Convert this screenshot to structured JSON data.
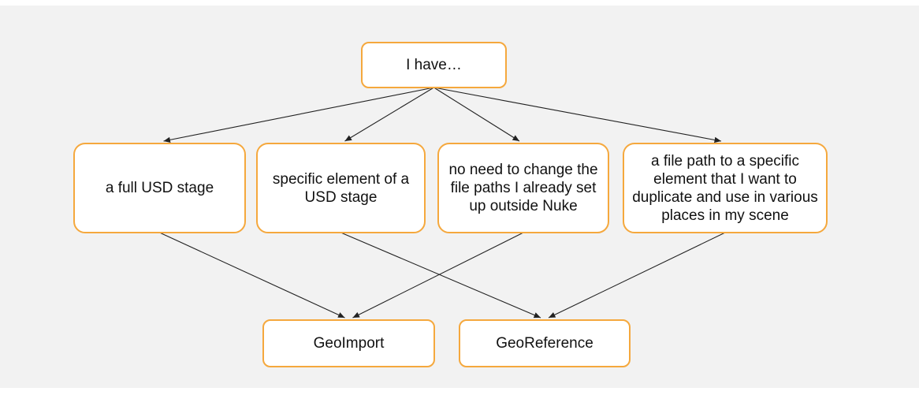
{
  "diagram": {
    "colors": {
      "background": "#f2f2f2",
      "node_fill": "#ffffff",
      "node_border": "#f5a83d",
      "connector": "#222222",
      "text": "#111111"
    },
    "nodes": [
      {
        "id": "i-have",
        "label": "I have…"
      },
      {
        "id": "full-usd-stage",
        "label": "a full USD stage"
      },
      {
        "id": "specific-element",
        "label": "specific element of a\nUSD stage"
      },
      {
        "id": "no-path-change",
        "label": "no need to change the\nfile paths I already set\nup outside Nuke"
      },
      {
        "id": "file-path-duplicate",
        "label": "a file path to a specific\nelement that I want to\nduplicate and use in various\nplaces in my scene"
      },
      {
        "id": "geoimport",
        "label": "GeoImport"
      },
      {
        "id": "georeference",
        "label": "GeoReference"
      }
    ],
    "edges": [
      {
        "from": "i-have",
        "to": "full-usd-stage"
      },
      {
        "from": "i-have",
        "to": "specific-element"
      },
      {
        "from": "i-have",
        "to": "no-path-change"
      },
      {
        "from": "i-have",
        "to": "file-path-duplicate"
      },
      {
        "from": "full-usd-stage",
        "to": "geoimport"
      },
      {
        "from": "no-path-change",
        "to": "geoimport"
      },
      {
        "from": "specific-element",
        "to": "georeference"
      },
      {
        "from": "file-path-duplicate",
        "to": "georeference"
      }
    ]
  }
}
